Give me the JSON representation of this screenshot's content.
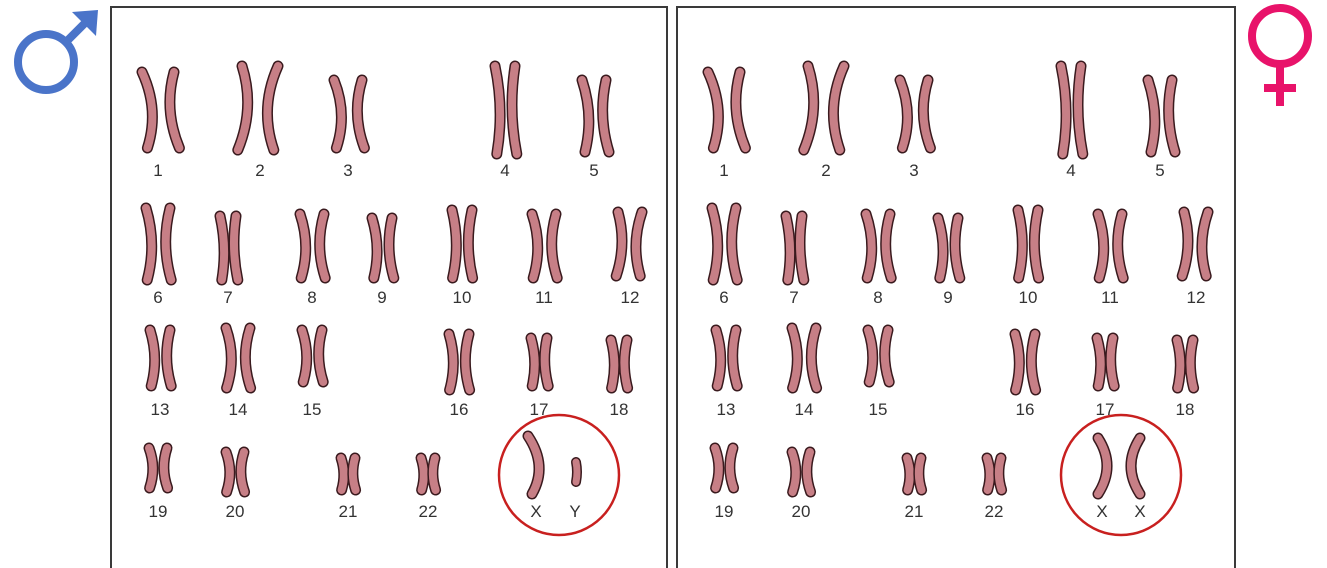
{
  "colors": {
    "male_symbol": "#4a74c9",
    "female_symbol": "#e8136a",
    "highlight_circle": "#c8201f",
    "chromosome_body": "#c77f86",
    "chromosome_edge": "#3a1a1e",
    "border": "#3a3a3a"
  },
  "icons": {
    "male": "male-symbol-icon",
    "female": "female-symbol-icon"
  },
  "panels": [
    {
      "id": "male",
      "labels": [
        "1",
        "2",
        "3",
        "4",
        "5",
        "6",
        "7",
        "8",
        "9",
        "10",
        "11",
        "12",
        "13",
        "14",
        "15",
        "16",
        "17",
        "18",
        "19",
        "20",
        "21",
        "22"
      ],
      "sex_labels": [
        "X",
        "Y"
      ]
    },
    {
      "id": "female",
      "labels": [
        "1",
        "2",
        "3",
        "4",
        "5",
        "6",
        "7",
        "8",
        "9",
        "10",
        "11",
        "12",
        "13",
        "14",
        "15",
        "16",
        "17",
        "18",
        "19",
        "20",
        "21",
        "22"
      ],
      "sex_labels": [
        "X",
        "X"
      ]
    }
  ]
}
